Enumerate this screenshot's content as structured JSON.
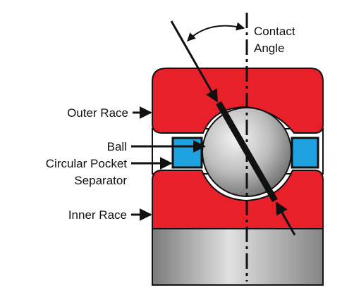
{
  "labels": {
    "contact_line1": "Contact",
    "contact_line2": "Angle",
    "outer_race": "Outer Race",
    "ball": "Ball",
    "separator_line1": "Circular Pocket",
    "separator_line2": "Separator",
    "inner_race": "Inner Race"
  },
  "colors": {
    "race": "#e8202a",
    "race_outline": "#111111",
    "separator": "#1fa3e0",
    "ball_light": "#f4f4f4",
    "ball_dark": "#6e6e6e",
    "shaft_light": "#d8d8d8",
    "shaft_dark": "#7a7a7a"
  }
}
